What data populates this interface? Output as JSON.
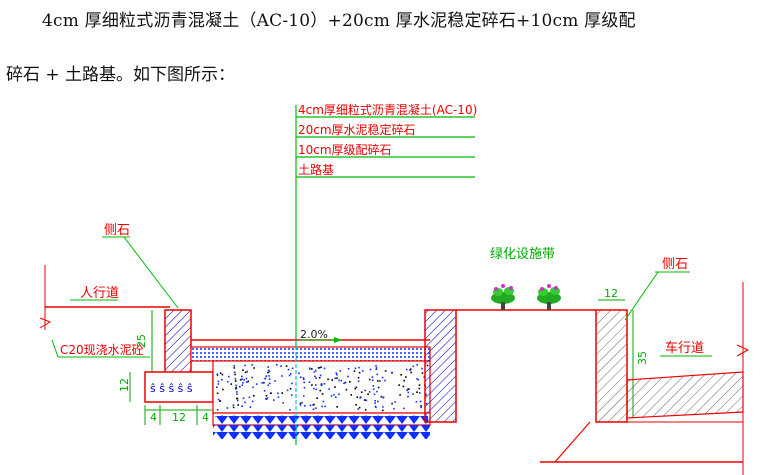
{
  "paragraph": {
    "line1": "4cm 厚细粒式沥青混凝土（AC-10）+20cm 厚水泥稳定碎石+10cm 厚级配",
    "line2": "碎石 + 土路基。如下图所示："
  },
  "drawing": {
    "layers": [
      "4cm厚细粒式沥青混凝土(AC-10)",
      "20cm厚水泥稳定碎石",
      "10cm厚级配碎石",
      "土路基"
    ],
    "labels": {
      "curb_left": "侧石",
      "sidewalk": "人行道",
      "concrete": "C20现浇水泥砼",
      "slope": "2.0%",
      "greenbelt": "绿化设施带",
      "curb_right": "侧石",
      "carriageway": "车行道"
    },
    "dims": {
      "curb_height": "25",
      "base_height": "12",
      "w_left": "4",
      "w_mid": "12",
      "w_right": "4",
      "curb_top_width": "12",
      "curb_right_height": "35"
    },
    "colors": {
      "leader_green": "#00bb00",
      "outline_red": "#ee0000",
      "hatch_blue": "#0000cc",
      "gravel_blue": "#1030ff",
      "dim_green": "#00aa00",
      "cyan": "#00cccc"
    }
  }
}
